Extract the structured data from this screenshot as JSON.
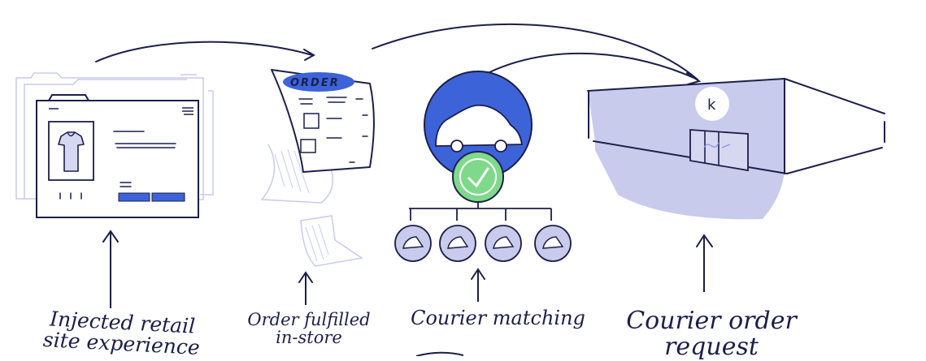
{
  "steps": [
    {
      "caption": [
        "Injected retail",
        "site experience"
      ]
    },
    {
      "caption": [
        "Order fulfilled",
        "in-store"
      ],
      "document_label": "ORDER"
    },
    {
      "caption": [
        "Courier matching"
      ]
    },
    {
      "caption": [
        "Courier order",
        "request"
      ],
      "store_sign": "k"
    }
  ],
  "colors": {
    "ink": "#1c1f4a",
    "accent_blue": "#3d63d9",
    "lavender": "#c8cbec",
    "light_lavender": "#d6d8f2",
    "check_green": "#7fd98a"
  }
}
